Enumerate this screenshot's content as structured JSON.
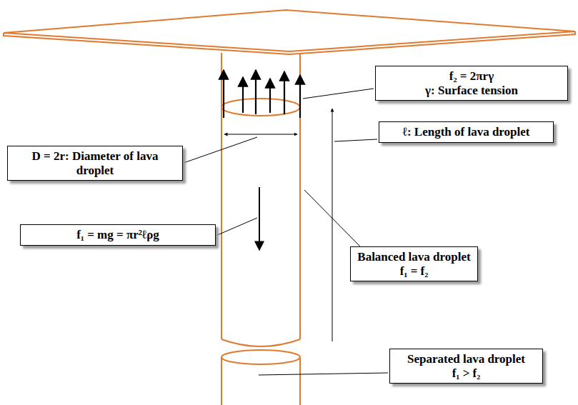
{
  "diagram": {
    "nodes": [
      {
        "text": [
          "f₂ = 2πrγ",
          "γ: Surface tension"
        ]
      },
      {
        "text": [
          "ℓ: Length of lava droplet"
        ]
      },
      {
        "text": [
          "D = 2r: Diameter of lava droplet"
        ]
      },
      {
        "text": [
          "f₁ = mg = πr²ℓρg"
        ]
      },
      {
        "text": [
          "Balanced lava droplet",
          "f₁ = f₂"
        ]
      },
      {
        "text": [
          "Separated lava droplet",
          "f₁ > f₂"
        ]
      }
    ]
  }
}
